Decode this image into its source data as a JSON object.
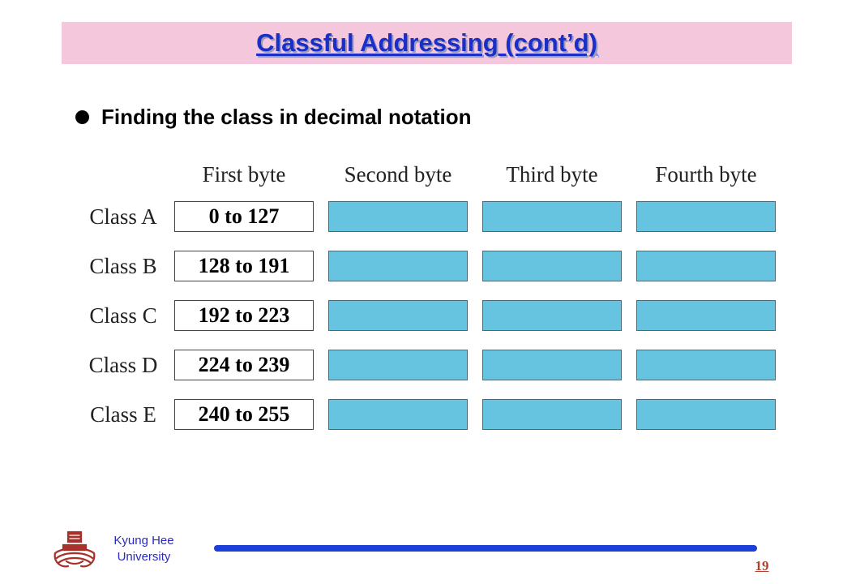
{
  "slide": {
    "title": "Classful Addressing (cont’d)",
    "bullet": "Finding the class in decimal notation",
    "page_number": "19"
  },
  "table": {
    "headers": [
      "First byte",
      "Second byte",
      "Third byte",
      "Fourth byte"
    ],
    "rows": [
      {
        "label": "Class A",
        "range": "0 to 127"
      },
      {
        "label": "Class B",
        "range": "128 to 191"
      },
      {
        "label": "Class C",
        "range": "192 to 223"
      },
      {
        "label": "Class D",
        "range": "224 to 239"
      },
      {
        "label": "Class E",
        "range": "240 to 255"
      }
    ]
  },
  "footer": {
    "university_line1": "Kyung Hee",
    "university_line2": "University",
    "logo_icon": "university-seal-icon"
  },
  "colors": {
    "title_bar": "#f4c7dc",
    "title_text": "#1a2ec8",
    "byte_fill": "#67c4e0",
    "footer_line": "#1d3fd8",
    "logo": "#a8322a"
  }
}
